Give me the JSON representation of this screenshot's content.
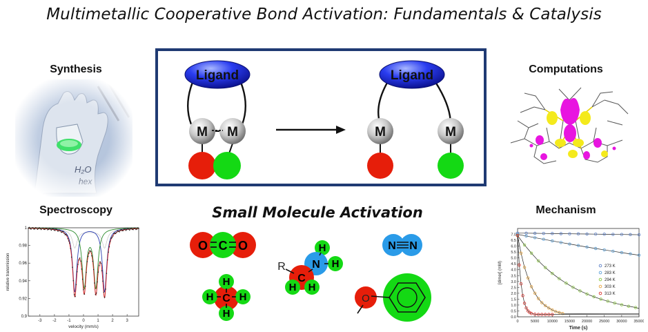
{
  "title": "Multimetallic Cooperative Bond Activation: Fundamentals & Catalysis",
  "sections": {
    "synthesis": "Synthesis",
    "computations": "Computations",
    "spectroscopy": "Spectroscopy",
    "mechanism": "Mechanism",
    "small_molecule": "Small Molecule Activation"
  },
  "scheme": {
    "ligand_label": "Ligand",
    "metal_label": "M",
    "colors": {
      "frame": "#1f3a73",
      "ligand": "#1a1ae0",
      "red": "#e61e0a",
      "green": "#14d914"
    }
  },
  "molecules": {
    "co2": [
      "O",
      "C",
      "O"
    ],
    "n2": [
      "N",
      "N"
    ],
    "methane": {
      "center": "C",
      "h": "H"
    },
    "amine": {
      "r": "R",
      "c": "C",
      "n": "N",
      "h": "H"
    },
    "ether": {
      "o": "O"
    }
  },
  "spectroscopy": {
    "ylabel": "relative transmission",
    "xlabel": "velocity (mm/s)",
    "yticks": [
      "1",
      "0.98",
      "0.96",
      "0.94",
      "0.92",
      "0.9"
    ],
    "xticks": [
      "-3",
      "-2",
      "-1",
      "0",
      "1",
      "2",
      "3"
    ],
    "ylim": [
      0.9,
      1.0
    ],
    "xlim": [
      -3.8,
      3.8
    ]
  },
  "chart_data": {
    "type": "scatter",
    "xlabel": "Time (s)",
    "ylabel": "[dimer] (mM)",
    "xlim": [
      0,
      35000
    ],
    "ylim": [
      0,
      7.5
    ],
    "x_ticks": [
      "0",
      "5000",
      "10000",
      "15000",
      "20000",
      "25000",
      "30000",
      "35000"
    ],
    "y_ticks": [
      "0.0",
      "0.5",
      "1.0",
      "1.5",
      "2.0",
      "2.5",
      "3.0",
      "3.5",
      "4.0",
      "4.5",
      "5.0",
      "5.5",
      "6.0",
      "6.5",
      "7.0"
    ],
    "legend_position": "right",
    "series": [
      {
        "name": "273 K",
        "color": "#5b7fc7",
        "x": [
          0,
          2500,
          5000,
          7500,
          10000,
          12500,
          15000,
          17500,
          20000,
          22500,
          25000,
          27500,
          30000,
          32500,
          35000
        ],
        "y": [
          7.1,
          7.1,
          7.09,
          7.08,
          7.07,
          7.06,
          7.05,
          7.04,
          7.03,
          7.02,
          7.01,
          7.0,
          6.99,
          6.98,
          6.97
        ]
      },
      {
        "name": "283 K",
        "color": "#5aa0d8",
        "x": [
          0,
          2500,
          5000,
          7500,
          10000,
          12500,
          15000,
          17500,
          20000,
          22500,
          25000,
          27500,
          30000,
          32500,
          35000
        ],
        "y": [
          7.0,
          6.86,
          6.72,
          6.58,
          6.44,
          6.31,
          6.18,
          6.05,
          5.92,
          5.8,
          5.68,
          5.57,
          5.45,
          5.34,
          5.23
        ]
      },
      {
        "name": "294 K",
        "color": "#8ac840",
        "x": [
          0,
          2000,
          4000,
          6000,
          8000,
          10000,
          12000,
          14000,
          16000,
          18000,
          20000,
          22000,
          24000,
          26000,
          28000,
          30000,
          32000,
          34000
        ],
        "y": [
          6.9,
          6.1,
          5.4,
          4.75,
          4.18,
          3.68,
          3.24,
          2.85,
          2.5,
          2.2,
          1.94,
          1.7,
          1.5,
          1.32,
          1.16,
          1.02,
          0.9,
          0.79
        ]
      },
      {
        "name": "303 K",
        "color": "#e8a33a",
        "x": [
          0,
          1000,
          2000,
          3000,
          4000,
          5000,
          6000,
          7000,
          8000,
          9000,
          10000,
          11000,
          12000,
          13000
        ],
        "y": [
          6.9,
          5.4,
          4.2,
          3.3,
          2.55,
          2.0,
          1.55,
          1.2,
          0.95,
          0.74,
          0.58,
          0.45,
          0.36,
          0.28
        ]
      },
      {
        "name": "313 K",
        "color": "#d9312b",
        "x": [
          0,
          500,
          1000,
          1500,
          2000,
          2500,
          3000,
          3500,
          4000,
          5000,
          6000,
          7000,
          8000,
          9000,
          10000
        ],
        "y": [
          6.9,
          4.4,
          2.8,
          1.8,
          1.15,
          0.75,
          0.5,
          0.36,
          0.28,
          0.22,
          0.2,
          0.2,
          0.2,
          0.2,
          0.2
        ]
      }
    ]
  }
}
